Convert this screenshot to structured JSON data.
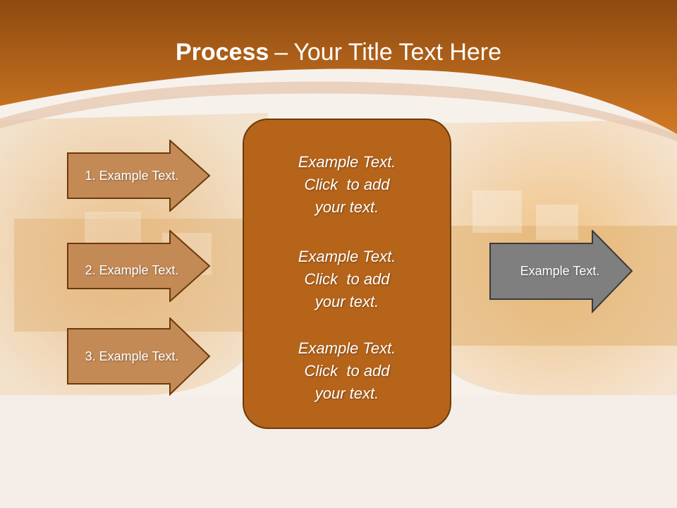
{
  "slide": {
    "title_bold": "Process",
    "title_dash": "–",
    "title_rest": "Your Title Text Here"
  },
  "steps": [
    {
      "label": "1. Example Text."
    },
    {
      "label": "2. Example Text."
    },
    {
      "label": "3. Example Text."
    }
  ],
  "center_box": {
    "blocks": [
      [
        "Example Text.",
        "Click  to add",
        "your text."
      ],
      [
        "Example Text.",
        "Click  to add",
        "your text."
      ],
      [
        "Example Text.",
        "Click  to add",
        "your text."
      ]
    ]
  },
  "output": {
    "label": "Example Text."
  },
  "colors": {
    "header_orange": "#c96e1b",
    "step_arrow_fill": "#c48a56",
    "center_box_fill": "#b6641a",
    "output_arrow_fill": "#7f7f7f"
  }
}
